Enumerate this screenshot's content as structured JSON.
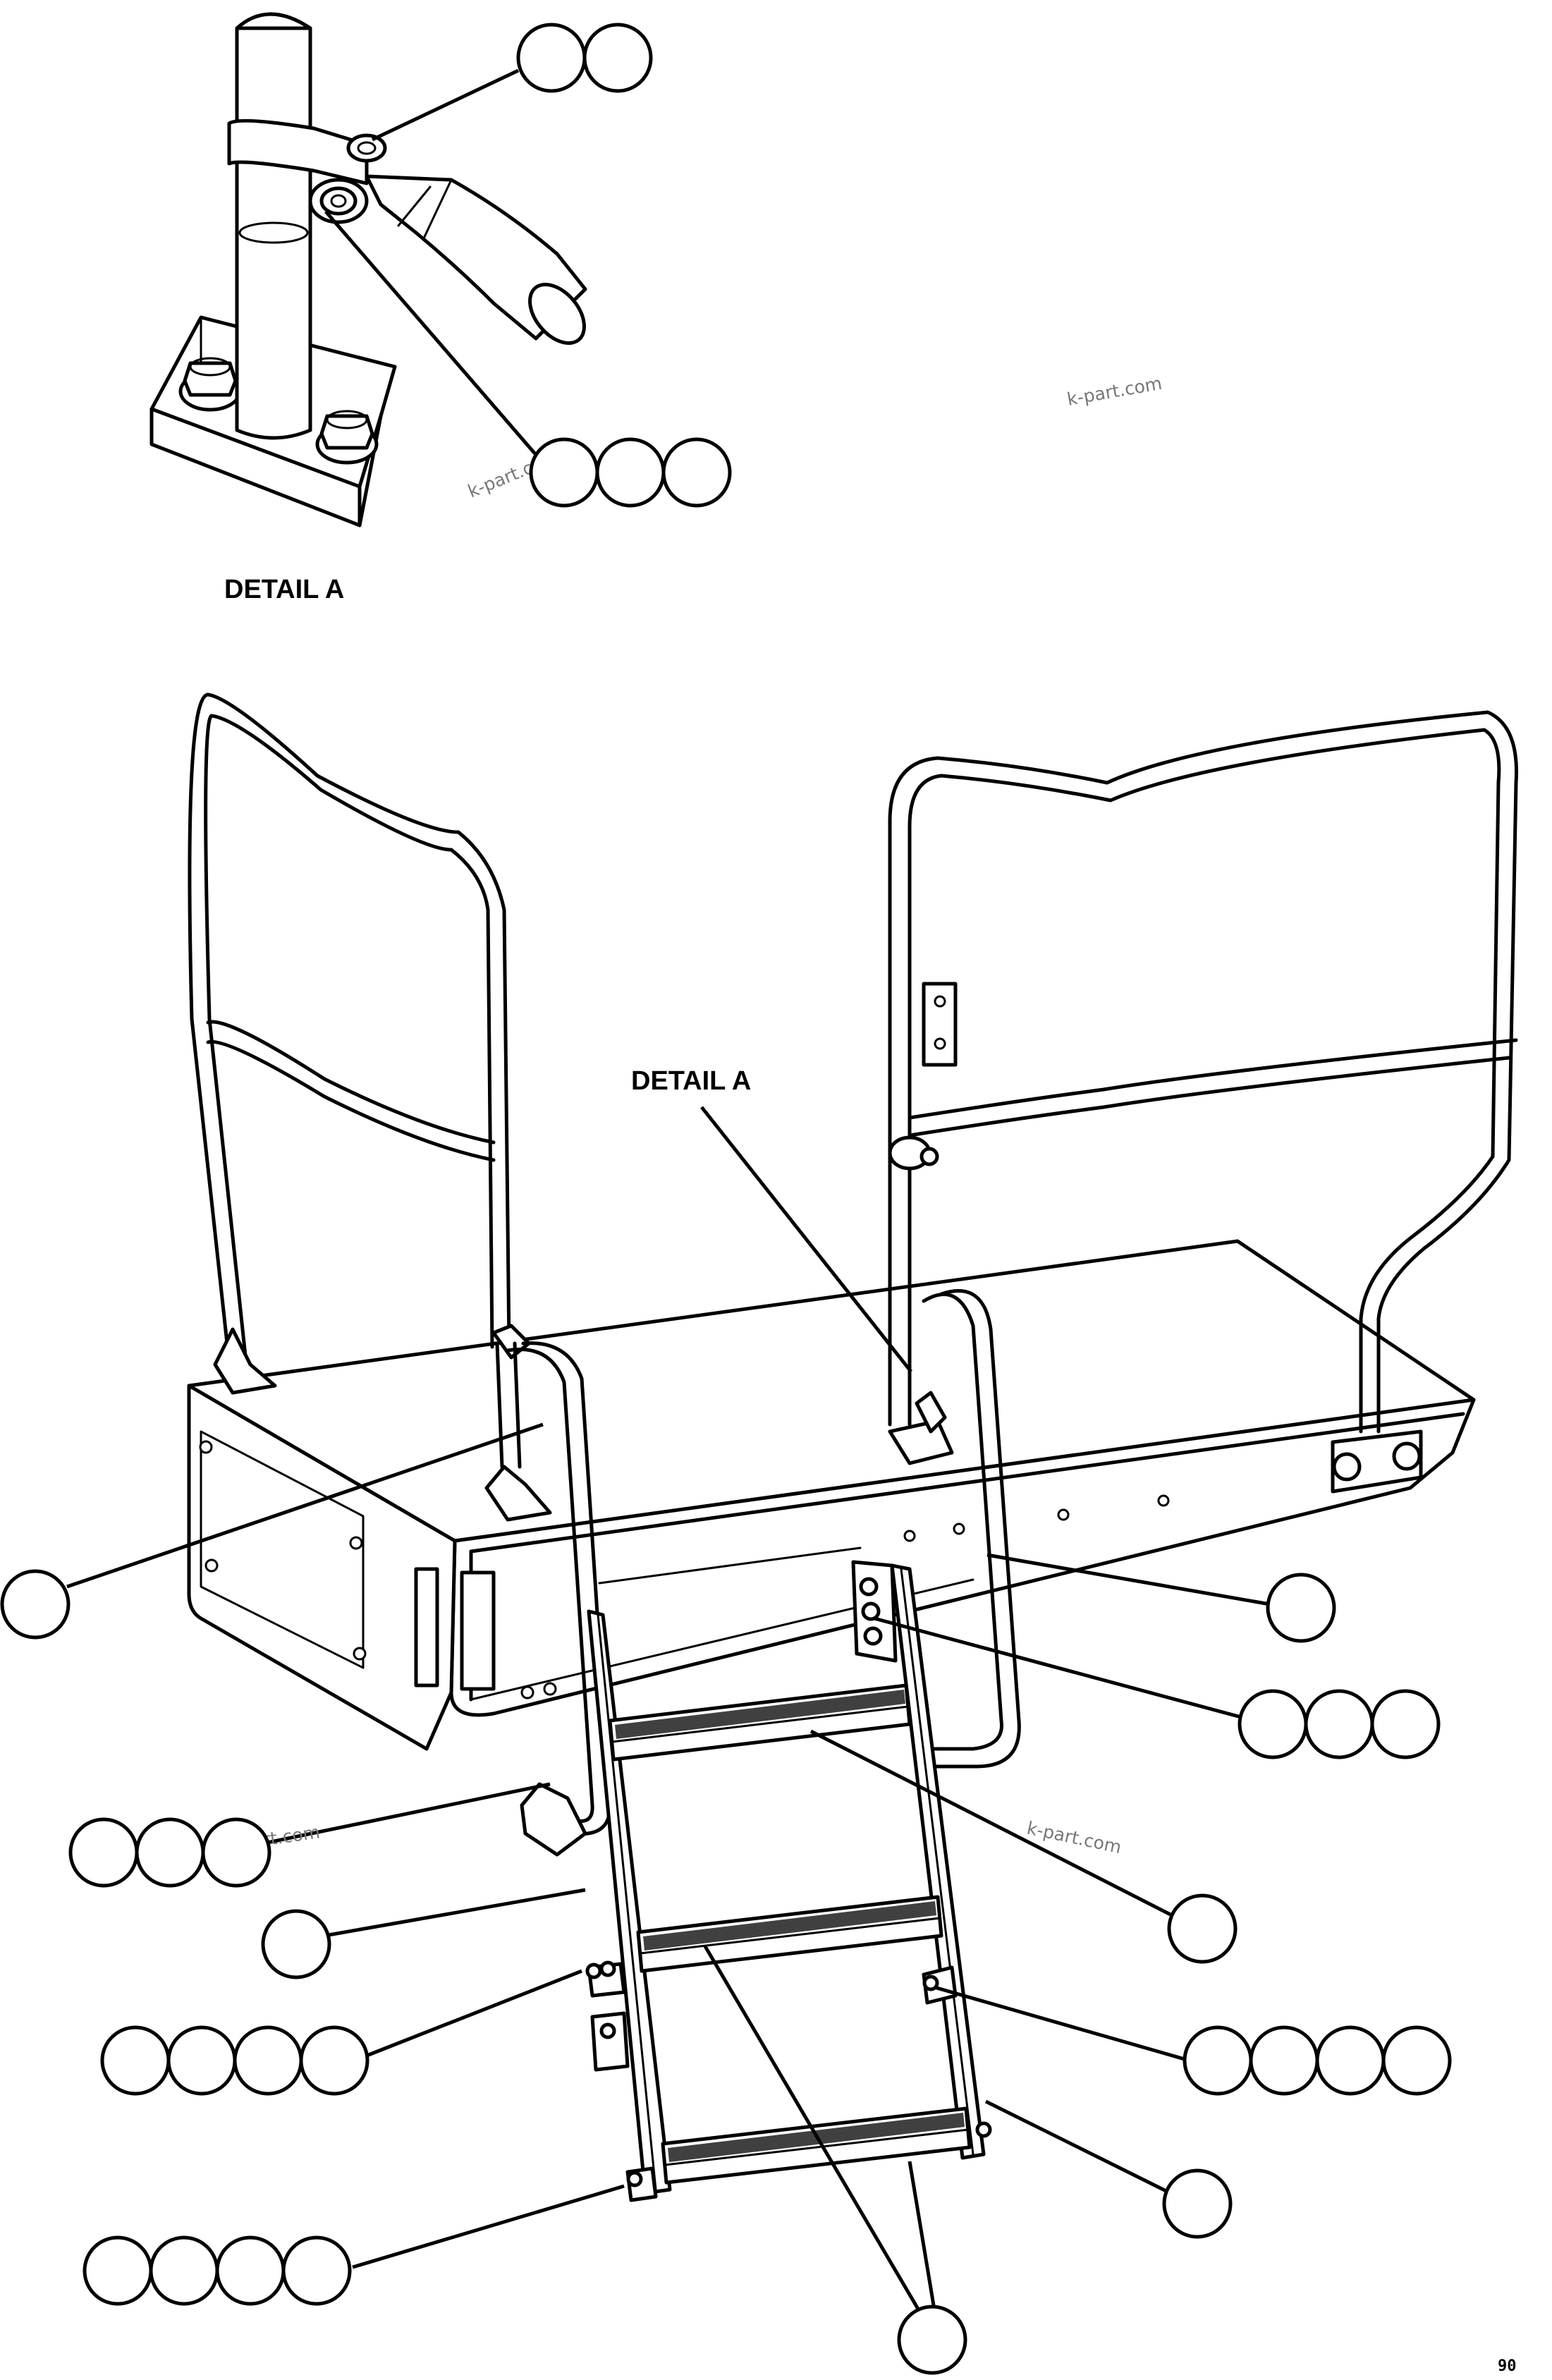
{
  "labels": {
    "detail_caption": "DETAIL A",
    "detail_callout": "DETAIL A"
  },
  "watermarks": [
    "k-part.com",
    "k-part.com",
    "k-part.com",
    "k-part.com"
  ],
  "sheet_mark": "90"
}
